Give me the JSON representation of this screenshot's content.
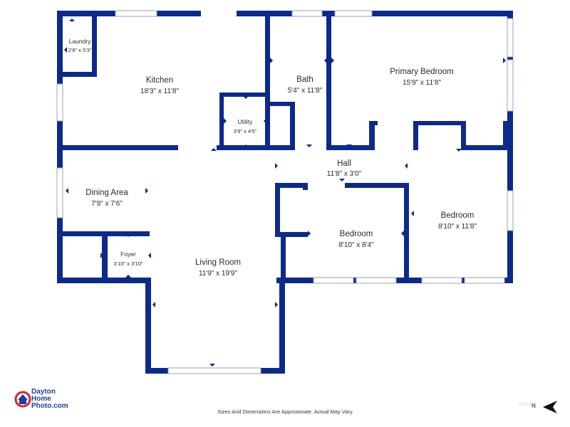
{
  "rooms": {
    "laundry": {
      "name": "Laundry",
      "size": "2'8\" x 5'3\""
    },
    "kitchen": {
      "name": "Kitchen",
      "size": "18'3\" x 11'8\""
    },
    "bath": {
      "name": "Bath",
      "size": "5'4\" x 11'8\""
    },
    "primary_bedroom": {
      "name": "Primary Bedroom",
      "size": "15'9\" x 11'8\""
    },
    "utility": {
      "name": "Utility",
      "size": "3'9\" x 4'5\""
    },
    "hall": {
      "name": "Hall",
      "size": "11'8\" x 3'0\""
    },
    "dining_area": {
      "name": "Dining Area",
      "size": "7'9\" x 7'6\""
    },
    "bedroom_right": {
      "name": "Bedroom",
      "size": "8'10\" x 11'8\""
    },
    "bedroom_center": {
      "name": "Bedroom",
      "size": "8'10\" x 8'4\""
    },
    "foyer": {
      "name": "Foyer",
      "size": "3'10\" x 3'10\""
    },
    "living_room": {
      "name": "Living Room",
      "size": "11'9\" x 19'9\""
    }
  },
  "logo": {
    "line1": "Dayton",
    "line2": "Home",
    "line3": "Photo.com"
  },
  "north_label": "N",
  "disclaimer": "Sizes And Dimensions Are Approximate. Actual May Vary",
  "watermark": "iGUIDE",
  "colors": {
    "wall": "#0b2a8c",
    "logo": "#1e3f9a",
    "logo_accent": "#d7262e"
  }
}
